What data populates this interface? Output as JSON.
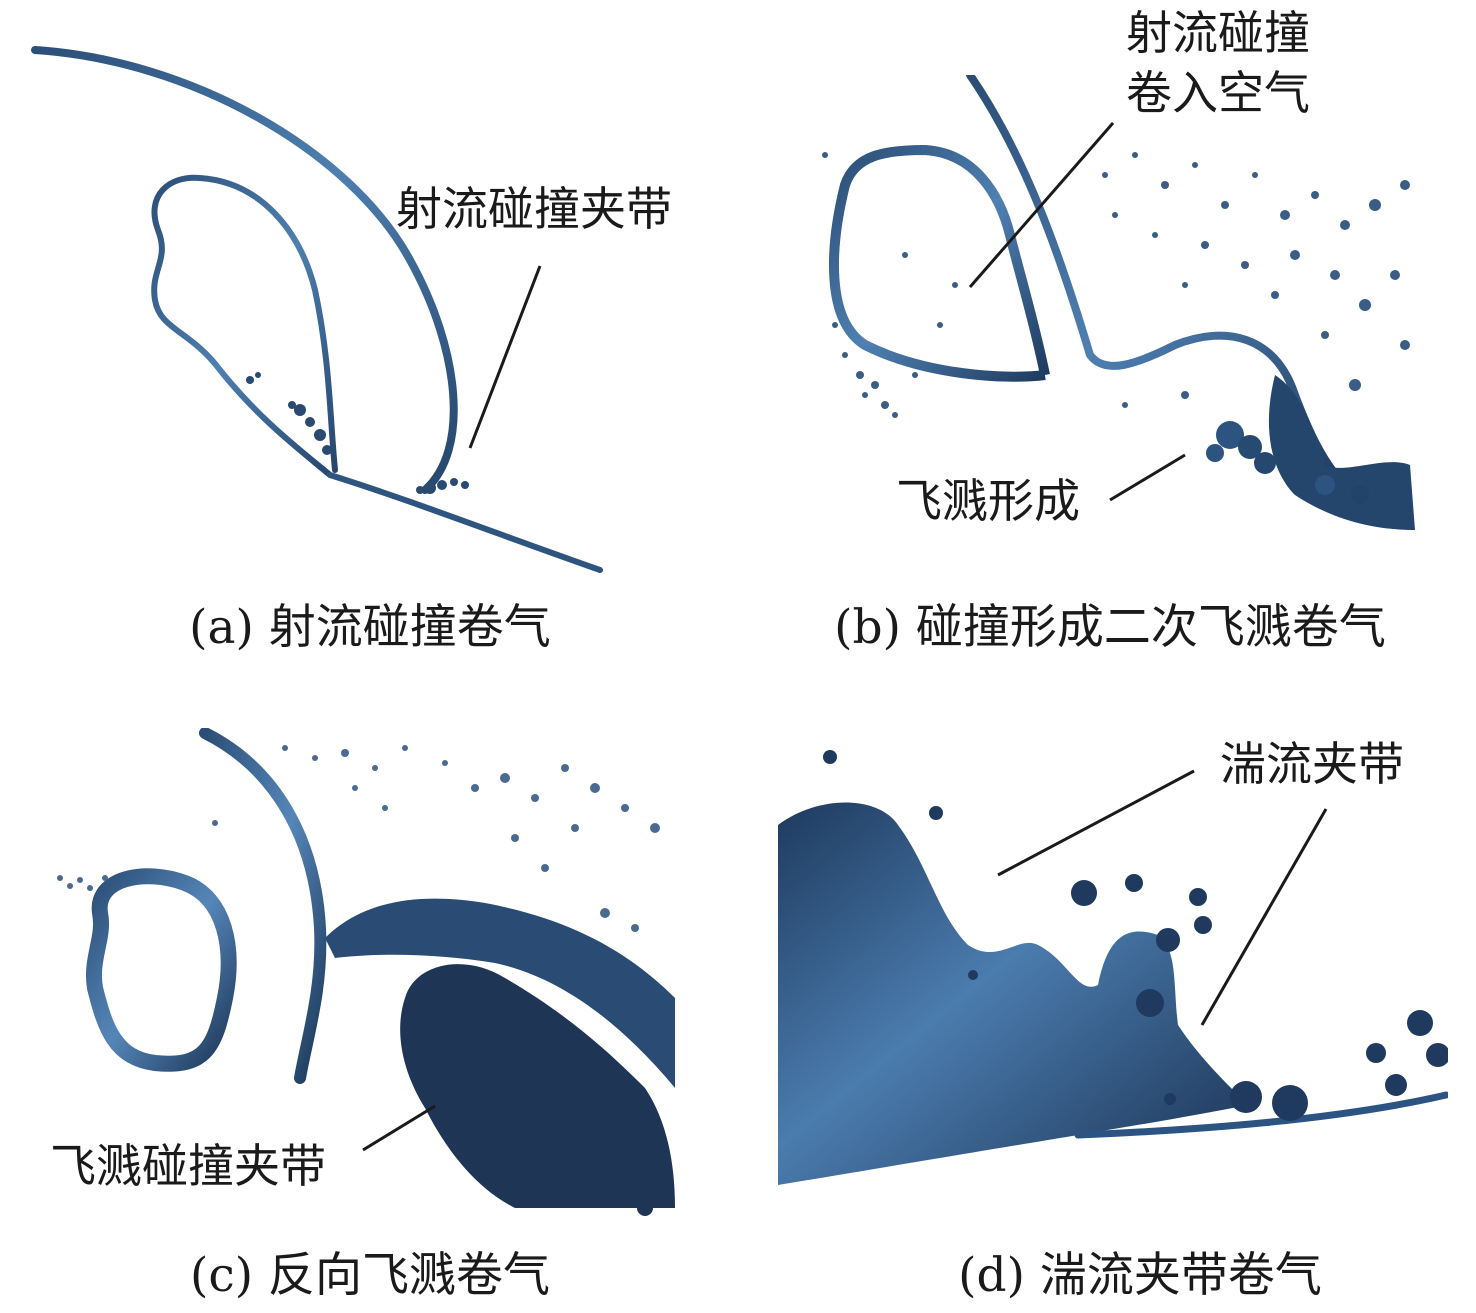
{
  "panel_a": {
    "annotation": "射流碰撞夹带",
    "caption": "(a) 射流碰撞卷气"
  },
  "panel_b": {
    "annotation_top_line1": "射流碰撞",
    "annotation_top_line2": "卷入空气",
    "annotation_bottom": "飞溅形成",
    "caption": "(b) 碰撞形成二次飞溅卷气"
  },
  "panel_c": {
    "annotation": "飞溅碰撞夹带",
    "caption": "(c) 反向飞溅卷气"
  },
  "panel_d": {
    "annotation": "湍流夹带",
    "caption": "(d) 湍流夹带卷气"
  },
  "colors": {
    "fluid_dark": "#1e3555",
    "fluid_mid": "#2f5580",
    "fluid_light": "#6f9cc8",
    "leader_line": "#1a1a1a"
  }
}
